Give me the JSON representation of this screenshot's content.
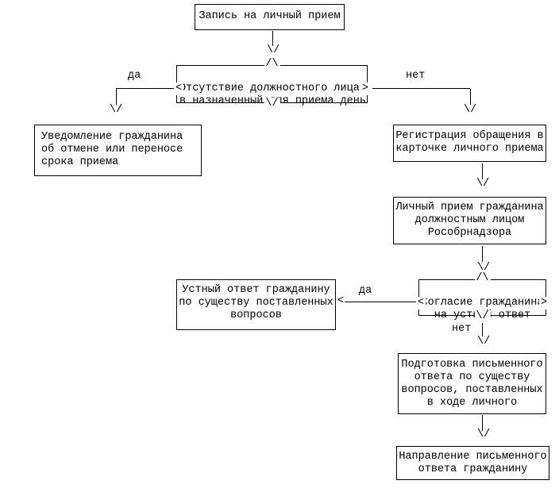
{
  "diagram": {
    "colors": {
      "background": "#ffffff",
      "line": "#000000",
      "text": "#000000"
    },
    "nodes": {
      "appointment_booking": {
        "lines": [
          "Запись на личный прием"
        ]
      },
      "decision_official_absence": {
        "lines": [
          "Отсутствие должностного лица",
          "в назначенный для приема день"
        ]
      },
      "cancellation_notice": {
        "lines": [
          "Уведомление гражданина",
          "об отмене или переносе",
          "срока приема"
        ]
      },
      "application_registration": {
        "lines": [
          "Регистрация обращения в",
          "карточке личного приема"
        ]
      },
      "personal_reception": {
        "lines": [
          "Личный прием гражданина",
          "должностным лицом",
          "Рособрнадзора"
        ]
      },
      "decision_oral_consent": {
        "lines": [
          "Согласие гражданина",
          "на устный ответ"
        ]
      },
      "oral_answer": {
        "lines": [
          "Устный ответ гражданину",
          "по существу поставленных",
          "вопросов"
        ]
      },
      "written_answer_preparation": {
        "lines": [
          "Подготовка письменного",
          "ответа по существу",
          "вопросов, поставленных",
          "в ходе личного"
        ]
      },
      "written_answer_dispatch": {
        "lines": [
          "Направление письменного",
          "ответа гражданину"
        ]
      }
    },
    "labels": {
      "yes_absence": "да",
      "no_absence": "нет",
      "yes_consent": "да",
      "no_consent": "нет"
    },
    "glyphs": {
      "arrow_down": "\\/",
      "arrow_up": "/\\",
      "arrow_left": "<",
      "arrow_right": ">"
    }
  }
}
